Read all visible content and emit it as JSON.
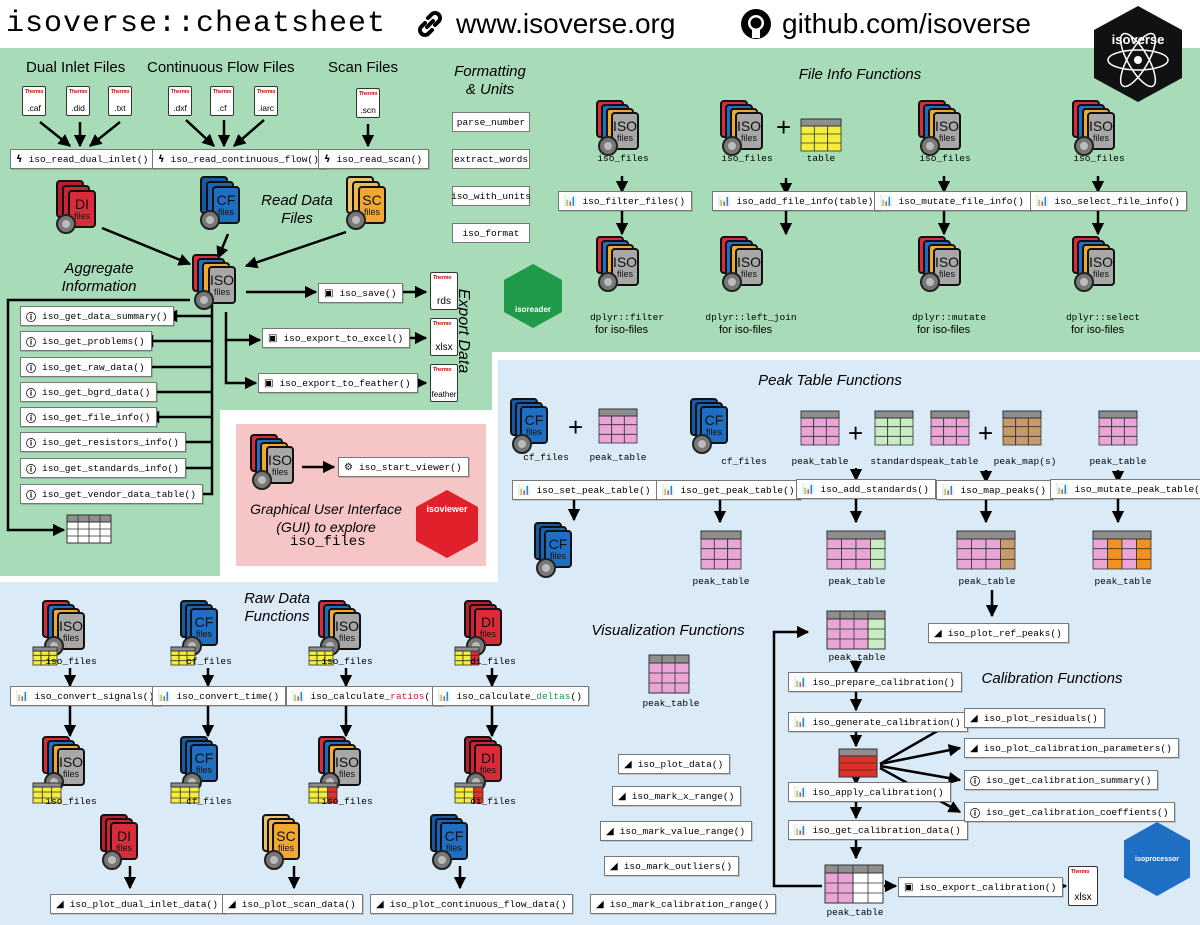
{
  "header": {
    "title": "isoverse::cheatsheet",
    "website": "www.isoverse.org",
    "github": "github.com/isoverse",
    "logo_text": "isoverse"
  },
  "icons": {
    "link": "link-icon",
    "github": "github-icon",
    "info": "info-icon",
    "plot": "bar-chart-icon",
    "run": "lightning-icon",
    "save": "save-icon",
    "settings": "gears-icon",
    "area": "area-chart-icon"
  },
  "colors": {
    "green_panel": "#a8dbb8",
    "blue_panel": "#dbeaf7",
    "pink_panel": "#f6c6c7",
    "di": "#d92b3a",
    "cf": "#1e6fc4",
    "sc": "#f0a830",
    "iso": "#a7a7a7",
    "table_pink": "#e9a5d5",
    "table_yellow": "#f3ee3c",
    "table_green": "#c8ecc4",
    "table_brown": "#c69a6b",
    "table_orange": "#f3911e",
    "table_red": "#e03028",
    "table_header": "#8e8e8e"
  },
  "sections": {
    "dual_inlet": "Dual Inlet Files",
    "continuous_flow": "Continuous Flow Files",
    "scan": "Scan Files",
    "formatting": "Formatting & Units",
    "file_info": "File Info Functions",
    "read_data": "Read Data Files",
    "aggregate": "Aggregate Information",
    "export": "Export Data",
    "gui": "Graphical User Interface (GUI) to explore",
    "gui_code": "iso_files",
    "peak_table": "Peak Table Functions",
    "raw_data": "Raw Data Functions",
    "visualization": "Visualization Functions",
    "calibration": "Calibration Functions"
  },
  "file_types": {
    "di": ".caf",
    "di2": ".did",
    "di3": ".txt",
    "cf1": ".dxf",
    "cf2": ".cf",
    "cf3": ".iarc",
    "scan": ".scn"
  },
  "stacks": {
    "di": "DI",
    "cf": "CF",
    "sc": "SC",
    "iso": "ISO",
    "files": "files"
  },
  "read_functions": [
    "iso_read_dual_inlet()",
    "iso_read_continuous_flow()",
    "iso_read_scan()"
  ],
  "formatting_functions": [
    "parse_number",
    "extract_words",
    "iso_with_units",
    "iso_format"
  ],
  "aggregate_functions": [
    "iso_get_data_summary()",
    "iso_get_problems()",
    "iso_get_raw_data()",
    "iso_get_bgrd_data()",
    "iso_get_file_info()",
    "iso_get_resistors_info()",
    "iso_get_standards_info()",
    "iso_get_vendor_data_table()"
  ],
  "export_functions": [
    "iso_save()",
    "iso_export_to_excel()",
    "iso_export_to_feather()"
  ],
  "export_formats": [
    "rds",
    "xlsx",
    "feather"
  ],
  "gui_function": "iso_start_viewer()",
  "hex_logos": {
    "isoreader": "isoreader",
    "isoviewer": "isoviewer",
    "isoprocessor": "isoprocessor"
  },
  "file_info": {
    "functions": [
      "iso_filter_files()",
      "iso_add_file_info(table)",
      "iso_mutate_file_info()",
      "iso_select_file_info()"
    ],
    "inputs": [
      "iso_files",
      "iso_files",
      "table",
      "iso_files",
      "iso_files"
    ],
    "dplyr": [
      "dplyr::filter",
      "dplyr::left_join",
      "dplyr::mutate",
      "dplyr::select"
    ],
    "for_text": "for iso-files"
  },
  "peak": {
    "functions": [
      "iso_set_peak_table()",
      "iso_get_peak_table()",
      "iso_add_standards()",
      "iso_map_peaks()",
      "iso_mutate_peak_table()",
      "iso_plot_ref_peaks()"
    ],
    "inputs": [
      "cf_files",
      "peak_table",
      "cf_files",
      "peak_table",
      "standards",
      "peak_table",
      "peak_map(s)",
      "peak_table"
    ],
    "outputs": [
      "peak_table",
      "peak_table",
      "peak_table",
      "peak_table"
    ]
  },
  "raw": {
    "functions": [
      "iso_convert_signals()",
      "iso_convert_time()",
      "iso_calculate_",
      "iso_calculate_"
    ],
    "ratios": "ratios",
    "deltas": "deltas",
    "paren": "()",
    "inputs": [
      "iso_files",
      "cf_files",
      "iso_files",
      "di_files"
    ],
    "outputs": [
      "iso_files",
      "cf_files",
      "iso_files",
      "di_files"
    ],
    "plots": [
      "iso_plot_dual_inlet_data()",
      "iso_plot_scan_data()",
      "iso_plot_continuous_flow_data()"
    ]
  },
  "viz": {
    "input": "peak_table",
    "functions": [
      "iso_plot_data()",
      "iso_mark_x_range()",
      "iso_mark_value_range()",
      "iso_mark_outliers()",
      "iso_mark_calibration_range()"
    ]
  },
  "calib": {
    "input": "peak_table",
    "chain": [
      "iso_prepare_calibration()",
      "iso_generate_calibration()",
      "iso_apply_calibration()",
      "iso_get_calibration_data()"
    ],
    "outputs": [
      "iso_plot_residuals()",
      "iso_plot_calibration_parameters()",
      "iso_get_calibration_summary()",
      "iso_get_calibration_coeffients()"
    ],
    "export": "iso_export_calibration()",
    "final": "peak_table",
    "xlsx": "xlsx"
  }
}
